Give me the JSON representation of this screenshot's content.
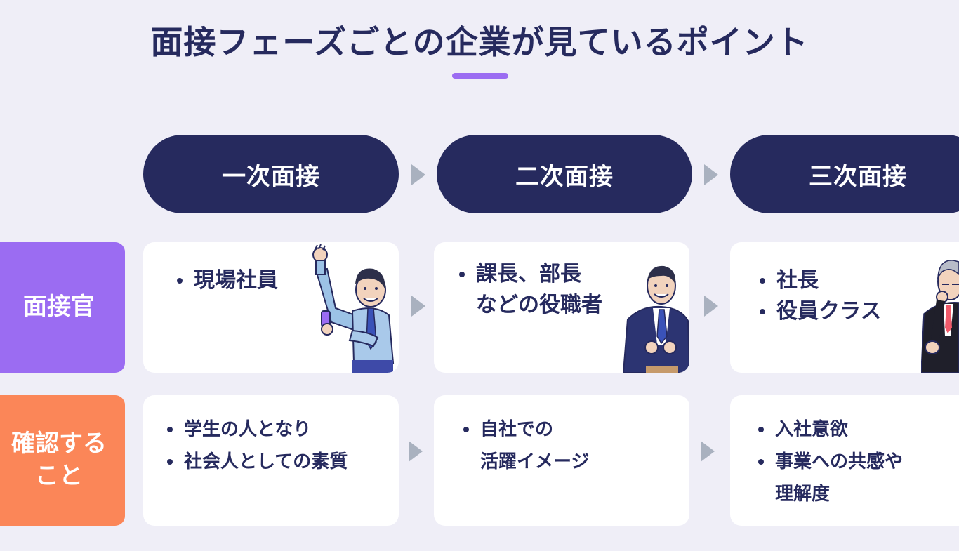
{
  "title": "面接フェーズごとの企業が見ているポイント",
  "colors": {
    "background": "#efeef7",
    "navy": "#262a5e",
    "purple": "#9b6cf2",
    "orange": "#fb8658",
    "arrow": "#a9b1bf"
  },
  "phases": [
    {
      "label": "一次面接"
    },
    {
      "label": "二次面接"
    },
    {
      "label": "三次面接"
    }
  ],
  "row_labels": {
    "interviewer": "面接官",
    "check_line1": "確認する",
    "check_line2": "こと"
  },
  "interviewers": [
    {
      "items": [
        {
          "lines": [
            "現場社員"
          ]
        }
      ]
    },
    {
      "items": [
        {
          "lines": [
            "課長、部長",
            "などの役職者"
          ]
        }
      ]
    },
    {
      "items": [
        {
          "lines": [
            "社長"
          ]
        },
        {
          "lines": [
            "役員クラス"
          ]
        }
      ]
    }
  ],
  "checks": [
    {
      "items": [
        {
          "lines": [
            "学生の人となり"
          ]
        },
        {
          "lines": [
            "社会人としての素質"
          ]
        }
      ]
    },
    {
      "items": [
        {
          "lines": [
            "自社での",
            "活躍イメージ"
          ]
        }
      ]
    },
    {
      "items": [
        {
          "lines": [
            "入社意欲"
          ]
        },
        {
          "lines": [
            "事業への共感や",
            "理解度"
          ]
        }
      ]
    }
  ],
  "icons": [
    "arrow-right-icon",
    "cheering-man-with-phone-icon",
    "smiling-manager-icon",
    "thinking-executive-icon"
  ]
}
